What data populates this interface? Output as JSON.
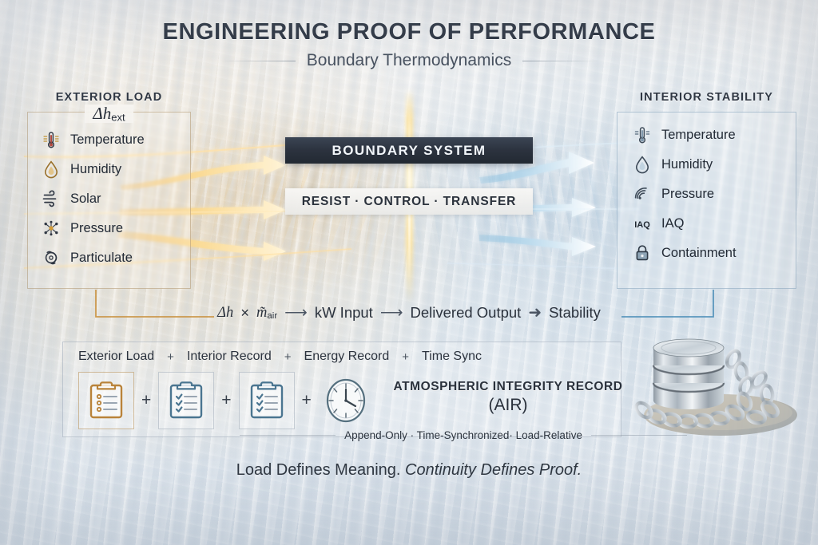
{
  "header": {
    "title": "ENGINEERING PROOF OF PERFORMANCE",
    "subtitle": "Boundary Thermodynamics"
  },
  "left_panel": {
    "heading": "EXTERIOR LOAD",
    "formula_main": "Δh",
    "formula_sub": "ext",
    "items": [
      {
        "icon": "thermometer-icon",
        "label": "Temperature"
      },
      {
        "icon": "droplet-icon",
        "label": "Humidity"
      },
      {
        "icon": "solar-wind-icon",
        "label": "Solar"
      },
      {
        "icon": "pressure-molecule-icon",
        "label": "Pressure"
      },
      {
        "icon": "particulate-icon",
        "label": "Particulate"
      }
    ]
  },
  "right_panel": {
    "heading": "INTERIOR STABILITY",
    "items": [
      {
        "icon": "thermometer-icon",
        "label": "Temperature"
      },
      {
        "icon": "droplet-icon",
        "label": "Humidity"
      },
      {
        "icon": "pressure-wave-icon",
        "label": "Pressure"
      },
      {
        "icon": "iaq-text-icon",
        "label": "IAQ"
      },
      {
        "icon": "lock-icon",
        "label": "Containment"
      }
    ]
  },
  "center": {
    "boundary_band": "BOUNDARY SYSTEM",
    "function_band": "RESIST · CONTROL · TRANSFER"
  },
  "equation": {
    "term_delta_h": "Δh",
    "multiply": "×",
    "term_mdot": "m̃",
    "term_mdot_sub": "air",
    "arrow1": "⟶",
    "term_kw": "kW Input",
    "arrow2": "⟶",
    "term_delivered": "Delivered Output",
    "arrow3": "➜",
    "term_stability": "Stability"
  },
  "air": {
    "terms": [
      "Exterior Load",
      "Interior Record",
      "Energy Record",
      "Time Sync"
    ],
    "plus": "+",
    "cards": [
      {
        "icon": "clipboard-list-icon",
        "accent": "amber"
      },
      {
        "icon": "clipboard-check-icon",
        "accent": "blue"
      },
      {
        "icon": "clipboard-check-icon",
        "accent": "blue"
      },
      {
        "icon": "clock-icon",
        "accent": "none"
      }
    ],
    "title": "ATMOSPHERIC INTEGRITY RECORD",
    "abbreviation": "(AIR)",
    "subtitle": "Append-Only · Time-Synchronized· Load-Relative",
    "artwork": "database-chain-icon"
  },
  "footer": {
    "line_regular": "Load Defines Meaning.",
    "line_italic": "Continuity Defines Proof."
  },
  "colors": {
    "warm_accent": "#d89a3c",
    "cool_accent": "#4e8fb8",
    "dark_band": "#2c333f",
    "text_dark": "#2b323d",
    "seam_glow": "#fff6d6"
  }
}
